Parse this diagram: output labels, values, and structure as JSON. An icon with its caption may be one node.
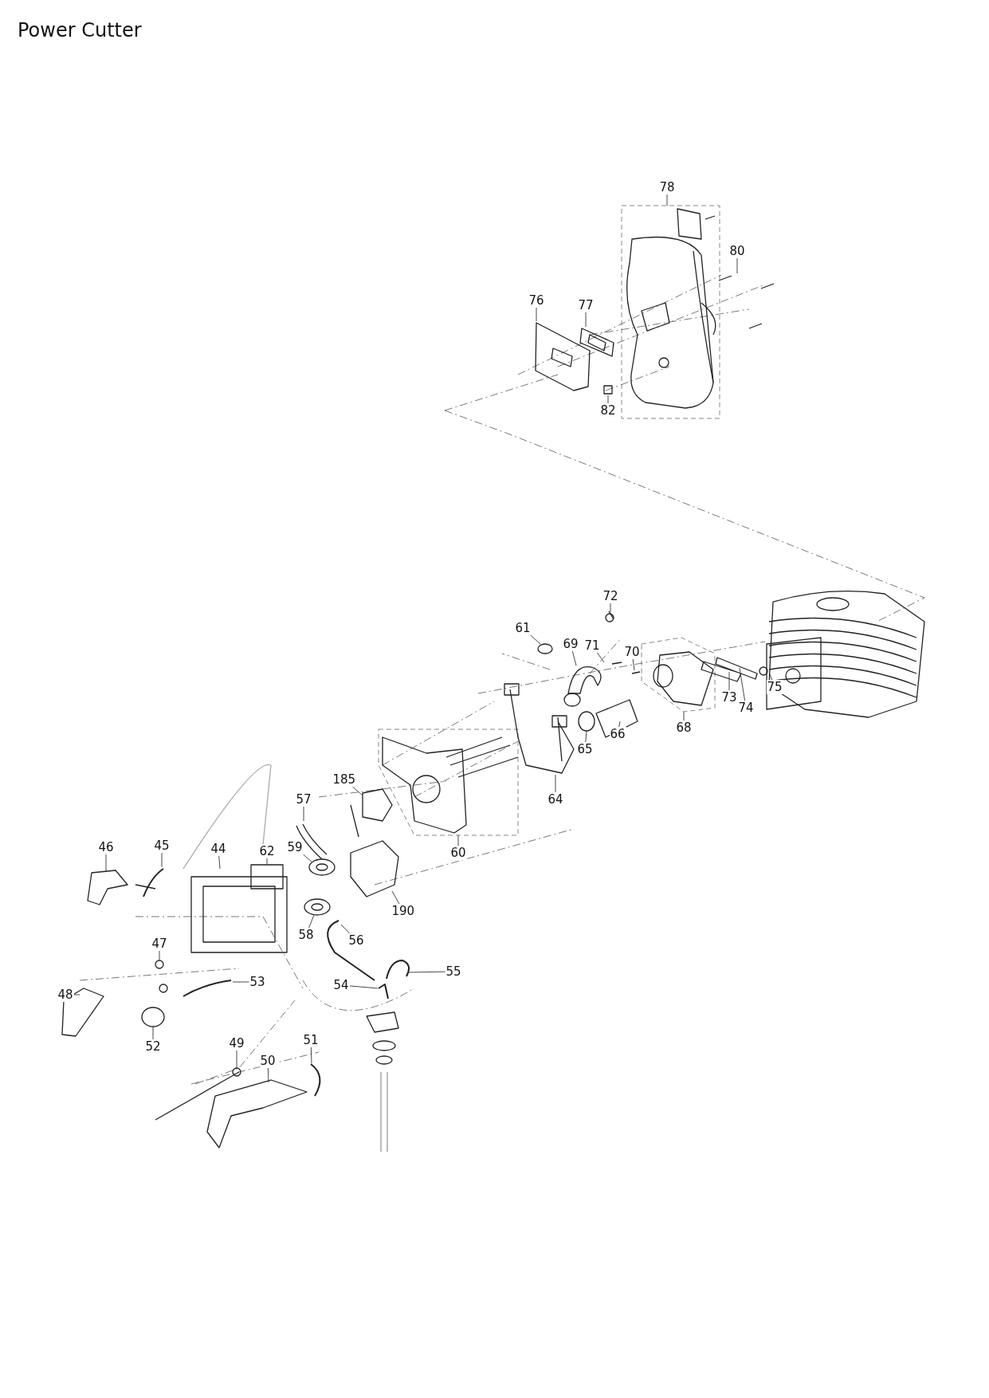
{
  "diagram": {
    "title": "Power Cutter",
    "nodes": [
      {
        "text": [
          "78"
        ]
      },
      {
        "text": [
          "80"
        ]
      },
      {
        "text": [
          "76"
        ]
      },
      {
        "text": [
          "77"
        ]
      },
      {
        "text": [
          "82"
        ]
      },
      {
        "text": [
          "72"
        ]
      },
      {
        "text": [
          "61"
        ]
      },
      {
        "text": [
          "69"
        ]
      },
      {
        "text": [
          "71"
        ]
      },
      {
        "text": [
          "70"
        ]
      },
      {
        "text": [
          "73"
        ]
      },
      {
        "text": [
          "75"
        ]
      },
      {
        "text": [
          "74"
        ]
      },
      {
        "text": [
          "68"
        ]
      },
      {
        "text": [
          "66"
        ]
      },
      {
        "text": [
          "65"
        ]
      },
      {
        "text": [
          "64"
        ]
      },
      {
        "text": [
          "60"
        ]
      },
      {
        "text": [
          "185"
        ]
      },
      {
        "text": [
          "57"
        ]
      },
      {
        "text": [
          "46"
        ]
      },
      {
        "text": [
          "45"
        ]
      },
      {
        "text": [
          "44"
        ]
      },
      {
        "text": [
          "62"
        ]
      },
      {
        "text": [
          "59"
        ]
      },
      {
        "text": [
          "190"
        ]
      },
      {
        "text": [
          "58"
        ]
      },
      {
        "text": [
          "56"
        ]
      },
      {
        "text": [
          "47"
        ]
      },
      {
        "text": [
          "55"
        ]
      },
      {
        "text": [
          "54"
        ]
      },
      {
        "text": [
          "53"
        ]
      },
      {
        "text": [
          "48"
        ]
      },
      {
        "text": [
          "52"
        ]
      },
      {
        "text": [
          "49"
        ]
      },
      {
        "text": [
          "51"
        ]
      },
      {
        "text": [
          "50"
        ]
      }
    ],
    "edges": [
      {
        "from": 0,
        "to": null,
        "arrow": "none"
      },
      {
        "from": 1,
        "to": null,
        "arrow": "none"
      },
      {
        "from": 2,
        "to": null,
        "arrow": "none"
      },
      {
        "from": 3,
        "to": null,
        "arrow": "none"
      },
      {
        "from": 4,
        "to": null,
        "arrow": "none"
      },
      {
        "from": 5,
        "to": null,
        "arrow": "none"
      },
      {
        "from": 6,
        "to": null,
        "arrow": "none"
      },
      {
        "from": 7,
        "to": null,
        "arrow": "none"
      },
      {
        "from": 8,
        "to": null,
        "arrow": "none"
      },
      {
        "from": 9,
        "to": null,
        "arrow": "none"
      },
      {
        "from": 10,
        "to": null,
        "arrow": "none"
      },
      {
        "from": 11,
        "to": null,
        "arrow": "none"
      },
      {
        "from": 12,
        "to": null,
        "arrow": "none"
      },
      {
        "from": 13,
        "to": null,
        "arrow": "none"
      },
      {
        "from": 14,
        "to": null,
        "arrow": "none"
      },
      {
        "from": 15,
        "to": null,
        "arrow": "none"
      },
      {
        "from": 16,
        "to": null,
        "arrow": "none"
      },
      {
        "from": 17,
        "to": null,
        "arrow": "none"
      },
      {
        "from": 18,
        "to": null,
        "arrow": "none"
      },
      {
        "from": 19,
        "to": null,
        "arrow": "none"
      },
      {
        "from": 20,
        "to": null,
        "arrow": "none"
      },
      {
        "from": 21,
        "to": null,
        "arrow": "none"
      },
      {
        "from": 22,
        "to": null,
        "arrow": "none"
      },
      {
        "from": 23,
        "to": null,
        "arrow": "none"
      },
      {
        "from": 24,
        "to": null,
        "arrow": "none"
      },
      {
        "from": 25,
        "to": null,
        "arrow": "none"
      },
      {
        "from": 26,
        "to": null,
        "arrow": "none"
      },
      {
        "from": 27,
        "to": null,
        "arrow": "none"
      },
      {
        "from": 28,
        "to": null,
        "arrow": "none"
      },
      {
        "from": 29,
        "to": null,
        "arrow": "none"
      },
      {
        "from": 30,
        "to": null,
        "arrow": "none"
      },
      {
        "from": 31,
        "to": null,
        "arrow": "none"
      },
      {
        "from": 32,
        "to": null,
        "arrow": "none"
      },
      {
        "from": 33,
        "to": null,
        "arrow": "none"
      },
      {
        "from": 34,
        "to": null,
        "arrow": "none"
      },
      {
        "from": 35,
        "to": null,
        "arrow": "none"
      },
      {
        "from": 36,
        "to": null,
        "arrow": "none"
      }
    ]
  }
}
